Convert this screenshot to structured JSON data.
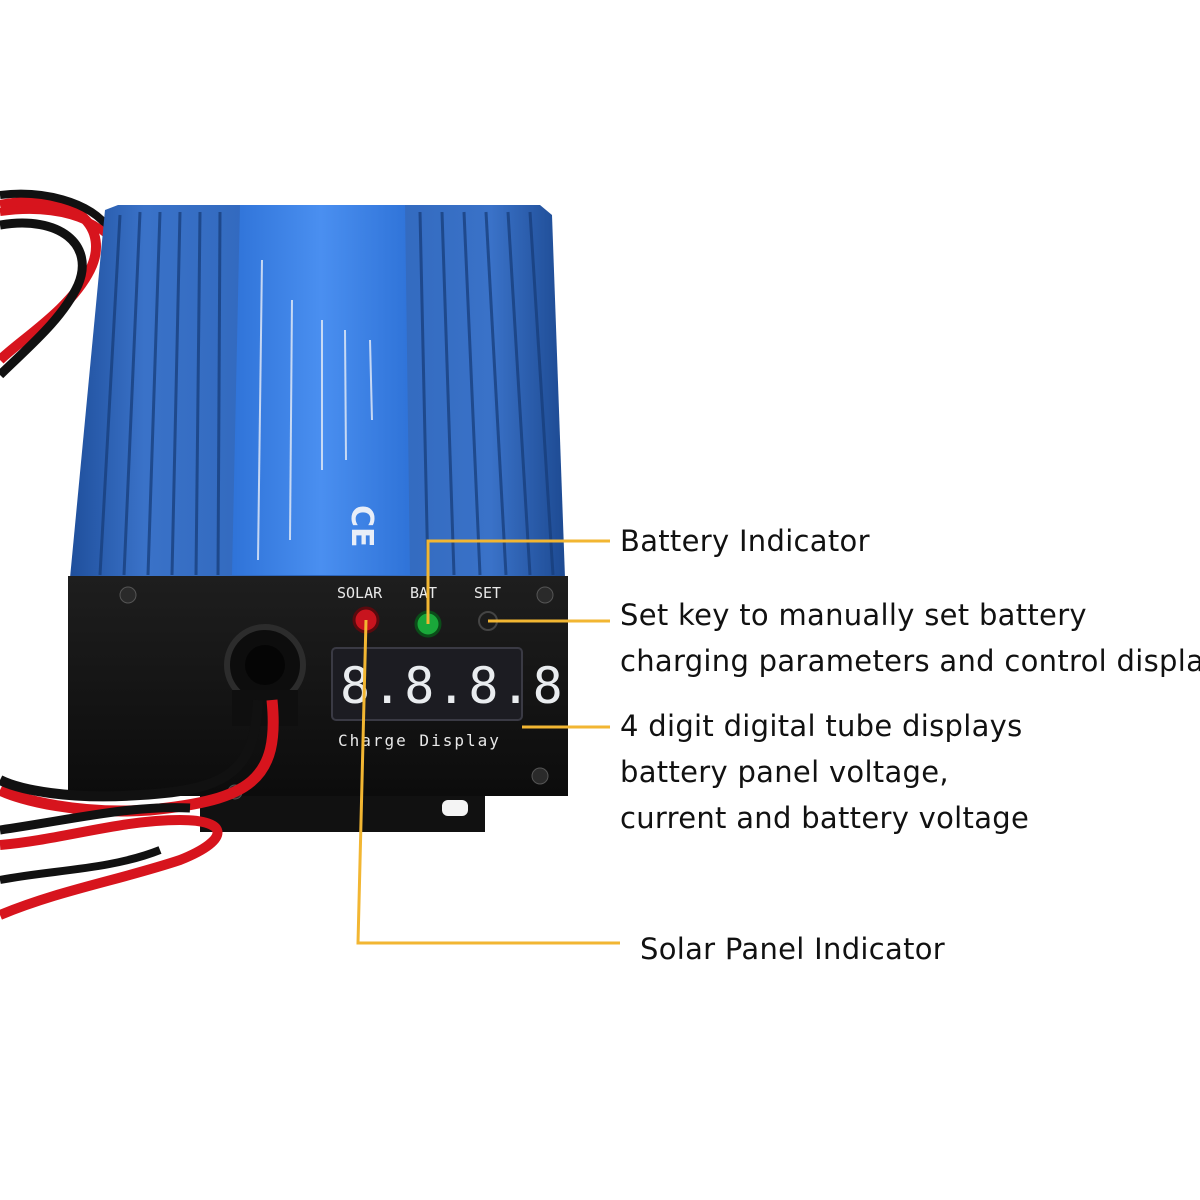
{
  "callouts": {
    "battery_indicator": "Battery Indicator",
    "set_key": [
      "Set key to manually set battery",
      "charging parameters and control display"
    ],
    "digital_display": [
      "4 digit digital tube displays",
      "battery panel voltage,",
      "current and battery voltage"
    ],
    "solar_indicator": "Solar Panel Indicator"
  },
  "device": {
    "label_solar": "SOLAR",
    "label_bat": "BAT",
    "label_set": "SET",
    "display_digits": "8.8.8.8",
    "display_caption": "Charge Display",
    "brand_mark": "CE"
  },
  "colors": {
    "callout_line": "#f2b632",
    "housing_blue": "#2f66b8",
    "label_panel": "#3a7fe0",
    "faceplate": "#141414",
    "solar_led": "#c8141e",
    "battery_led": "#1aa83a",
    "digit_color": "#e9ecef",
    "wire_red": "#d7141d",
    "wire_black": "#111111"
  }
}
